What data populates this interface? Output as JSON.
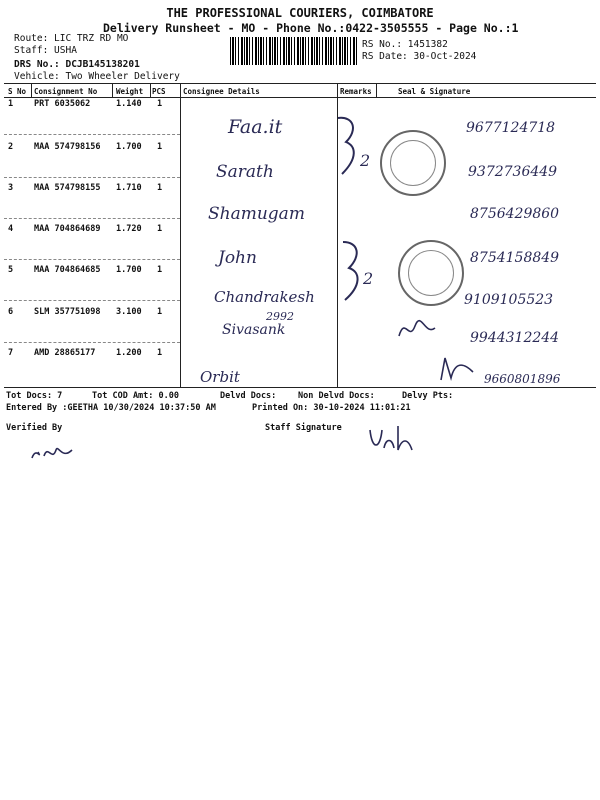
{
  "header": {
    "title": "THE PROFESSIONAL COURIERS, COIMBATORE",
    "subtitle": "Delivery Runsheet - MO - Phone No.:0422-3505555 - Page No.:1",
    "route": "Route: LIC TRZ RD MO",
    "staff": "Staff: USHA",
    "drs": "DRS No.: DCJB145138201",
    "vehicle": "Vehicle: Two Wheeler Delivery",
    "rs_no": "RS No.: 1451382",
    "rs_date": "RS Date: 30-Oct-2024"
  },
  "table": {
    "columns": [
      "S No",
      "Consignment No",
      "Weight",
      "PCS",
      "Consignee Details",
      "Remarks",
      "Seal & Signature"
    ],
    "rows": [
      {
        "sno": "1",
        "consignment": "PRT 6035062",
        "weight": "1.140",
        "pcs": "1"
      },
      {
        "sno": "2",
        "consignment": "MAA 574798156",
        "weight": "1.700",
        "pcs": "1"
      },
      {
        "sno": "3",
        "consignment": "MAA 574798155",
        "weight": "1.710",
        "pcs": "1"
      },
      {
        "sno": "4",
        "consignment": "MAA 704864689",
        "weight": "1.720",
        "pcs": "1"
      },
      {
        "sno": "5",
        "consignment": "MAA 704864685",
        "weight": "1.700",
        "pcs": "1"
      },
      {
        "sno": "6",
        "consignment": "SLM 357751098",
        "weight": "3.100",
        "pcs": "1"
      },
      {
        "sno": "7",
        "consignment": "AMD 28865177",
        "weight": "1.200",
        "pcs": "1"
      }
    ]
  },
  "handwriting": {
    "names": [
      "Faa.it",
      "Sarath",
      "Shamugam",
      "John",
      "Chandrakesh",
      "Sivasank",
      "Orbit"
    ],
    "phones": [
      "9677124718",
      "9372736449",
      "8756429860",
      "8754158849",
      "9109105523",
      "9944312244",
      "9660801896"
    ],
    "marks": [
      "2992"
    ]
  },
  "footer": {
    "tot_docs": "Tot Docs:    7",
    "tot_cod": "Tot COD Amt:      0.00",
    "delvd_docs": "Delvd Docs:",
    "non_delvd": "Non Delvd Docs:",
    "delvy_pts": "Delvy Pts:",
    "entered_by": "Entered By :GEETHA 10/30/2024 10:37:50 AM",
    "printed_on": "Printed On: 30-10-2024 11:01:21",
    "verified_by": "Verified By",
    "staff_signature": "Staff Signature"
  }
}
